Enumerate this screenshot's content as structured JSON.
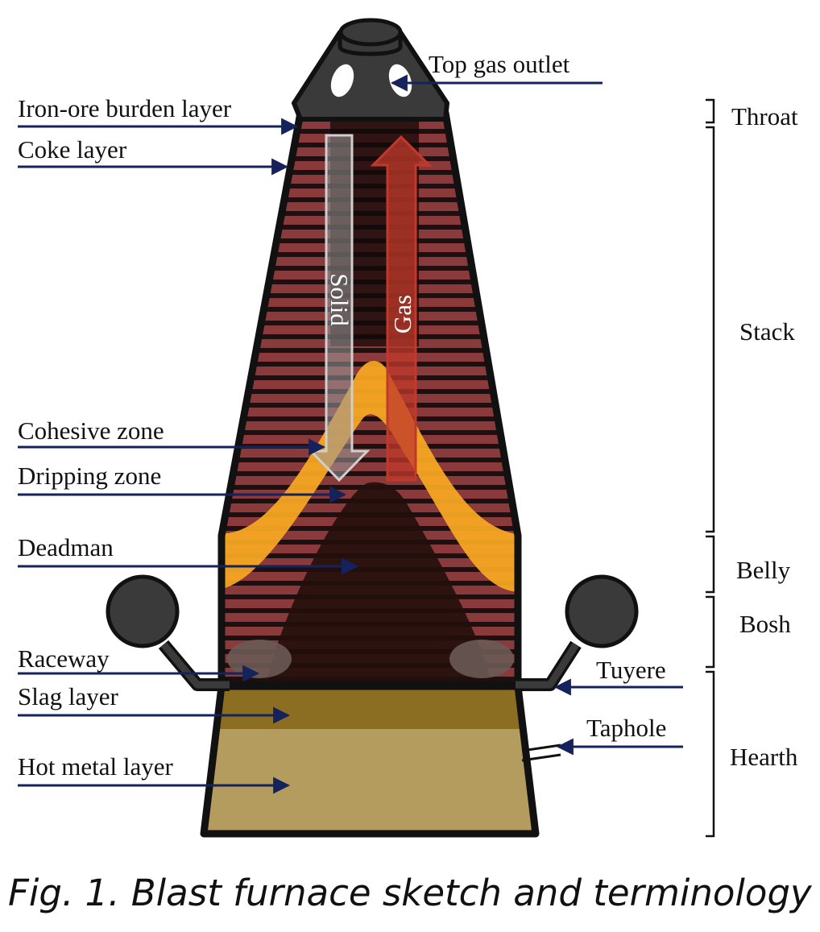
{
  "caption": "Fig. 1. Blast furnace sketch and terminology",
  "left_labels": {
    "iron_ore_burden_layer": "Iron-ore burden layer",
    "coke_layer": "Coke layer",
    "cohesive_zone": "Cohesive zone",
    "dripping_zone": "Dripping zone",
    "deadman": "Deadman",
    "raceway": "Raceway",
    "slag_layer": "Slag layer",
    "hot_metal_layer": "Hot metal layer"
  },
  "right_labels": {
    "top_gas_outlet": "Top gas outlet",
    "tuyere": "Tuyere",
    "taphole": "Taphole"
  },
  "zones": {
    "throat": "Throat",
    "stack": "Stack",
    "belly": "Belly",
    "bosh": "Bosh",
    "hearth": "Hearth"
  },
  "flows": {
    "solid": "Solid",
    "gas": "Gas"
  },
  "colors": {
    "furnace_outline": "#111111",
    "coke_band": "#8a3a3a",
    "dark_band": "#1e1010",
    "cohesive_zone": "#f5a623",
    "slag": "#8c6e22",
    "hot_metal": "#b49c5e",
    "gas_arrow": "#c0392b",
    "solid_arrow": "#9a9a9a",
    "leader_line": "#15235c",
    "shell": "#3a3a3a"
  }
}
